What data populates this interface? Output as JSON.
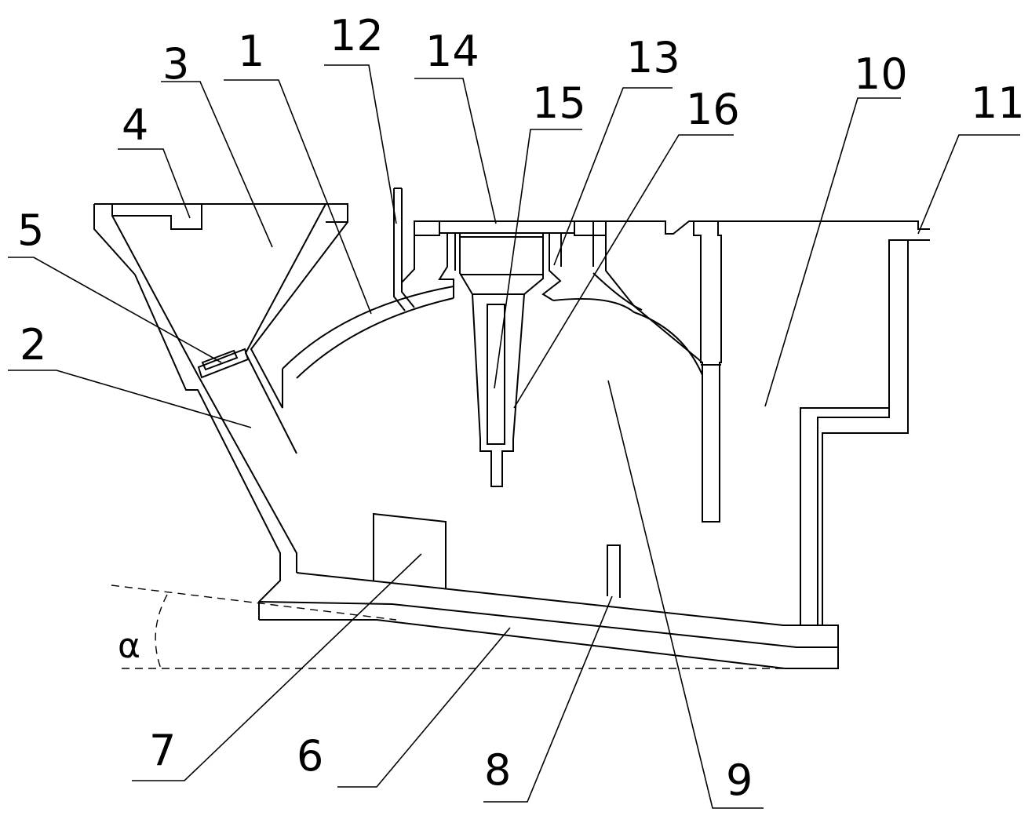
{
  "labels": {
    "l1": "1",
    "l2": "2",
    "l3": "3",
    "l4": "4",
    "l5": "5",
    "l6": "6",
    "l7": "7",
    "l8": "8",
    "l9": "9",
    "l10": "10",
    "l11": "11",
    "l12": "12",
    "l13": "13",
    "l14": "14",
    "l15": "15",
    "l16": "16"
  },
  "angle_label": "α"
}
